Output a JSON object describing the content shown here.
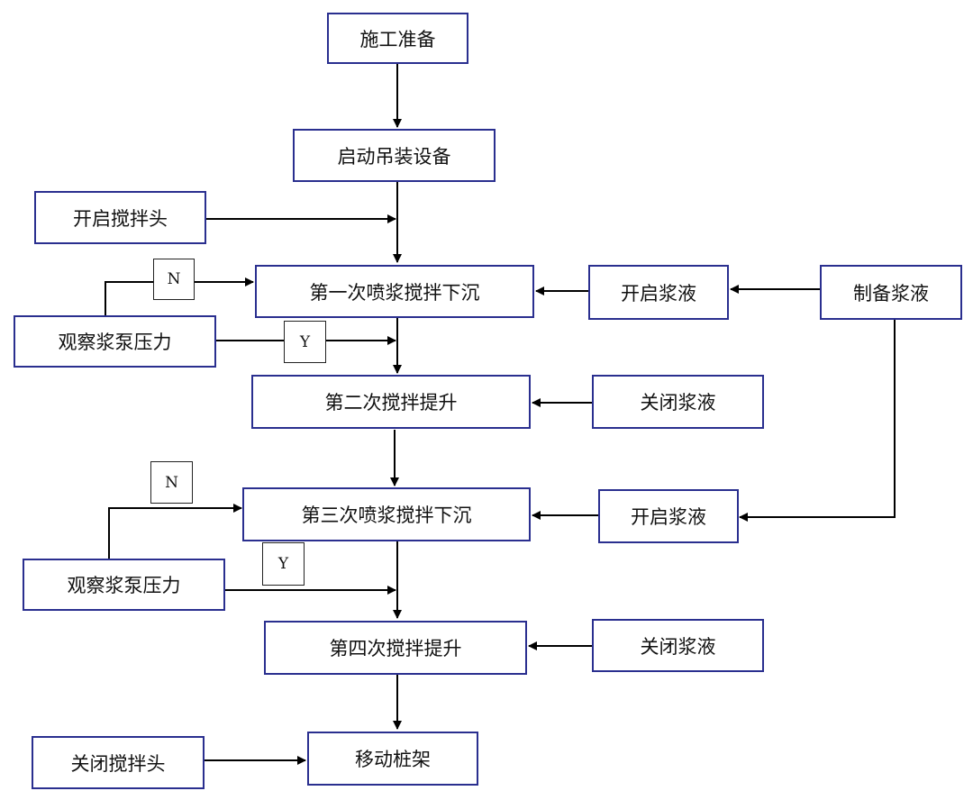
{
  "nodes": {
    "start_prep": "施工准备",
    "start_lifting": "启动吊装设备",
    "open_mixer_head": "开启搅拌头",
    "first_spray_sink": "第一次喷浆搅拌下沉",
    "open_slurry_1": "开启浆液",
    "prepare_slurry": "制备浆液",
    "observe_pressure_1": "观察浆泵压力",
    "second_mix_lift": "第二次搅拌提升",
    "close_slurry_1": "关闭浆液",
    "third_spray_sink": "第三次喷浆搅拌下沉",
    "open_slurry_2": "开启浆液",
    "observe_pressure_2": "观察浆泵压力",
    "fourth_mix_lift": "第四次搅拌提升",
    "close_slurry_2": "关闭浆液",
    "close_mixer_head": "关闭搅拌头",
    "move_pile_frame": "移动桩架"
  },
  "decisions": {
    "no_1": "N",
    "yes_1": "Y",
    "no_2": "N",
    "yes_2": "Y"
  },
  "colors": {
    "box_border": "#2a2f8f",
    "arrow": "#000000",
    "decision_border": "#222222"
  }
}
